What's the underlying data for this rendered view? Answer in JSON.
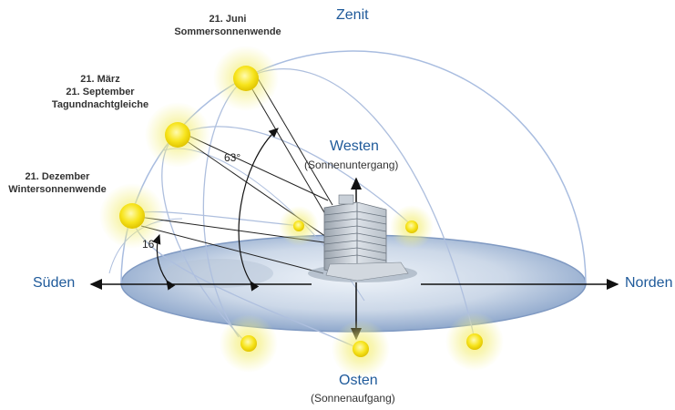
{
  "labels": {
    "zenit": "Zenit",
    "sueden": "Süden",
    "norden": "Norden",
    "westen": "Westen",
    "westen_sub": "(Sonnenuntergang)",
    "osten": "Osten",
    "osten_sub": "(Sonnenaufgang)",
    "juni_date": "21. Juni",
    "juni_name": "Sommersonnenwende",
    "maerz_date": "21. März",
    "sept_date": "21. September",
    "equinox_name": "Tagundnachtgleiche",
    "dez_date": "21. Dezember",
    "dez_name": "Wintersonnenwende",
    "angle_high": "63°",
    "angle_low": "16°"
  },
  "colors": {
    "label_blue": "#1f5a9a",
    "dome_line": "#a9bde0",
    "sun": "#f5e21a",
    "ground": "#c8d6e8"
  }
}
